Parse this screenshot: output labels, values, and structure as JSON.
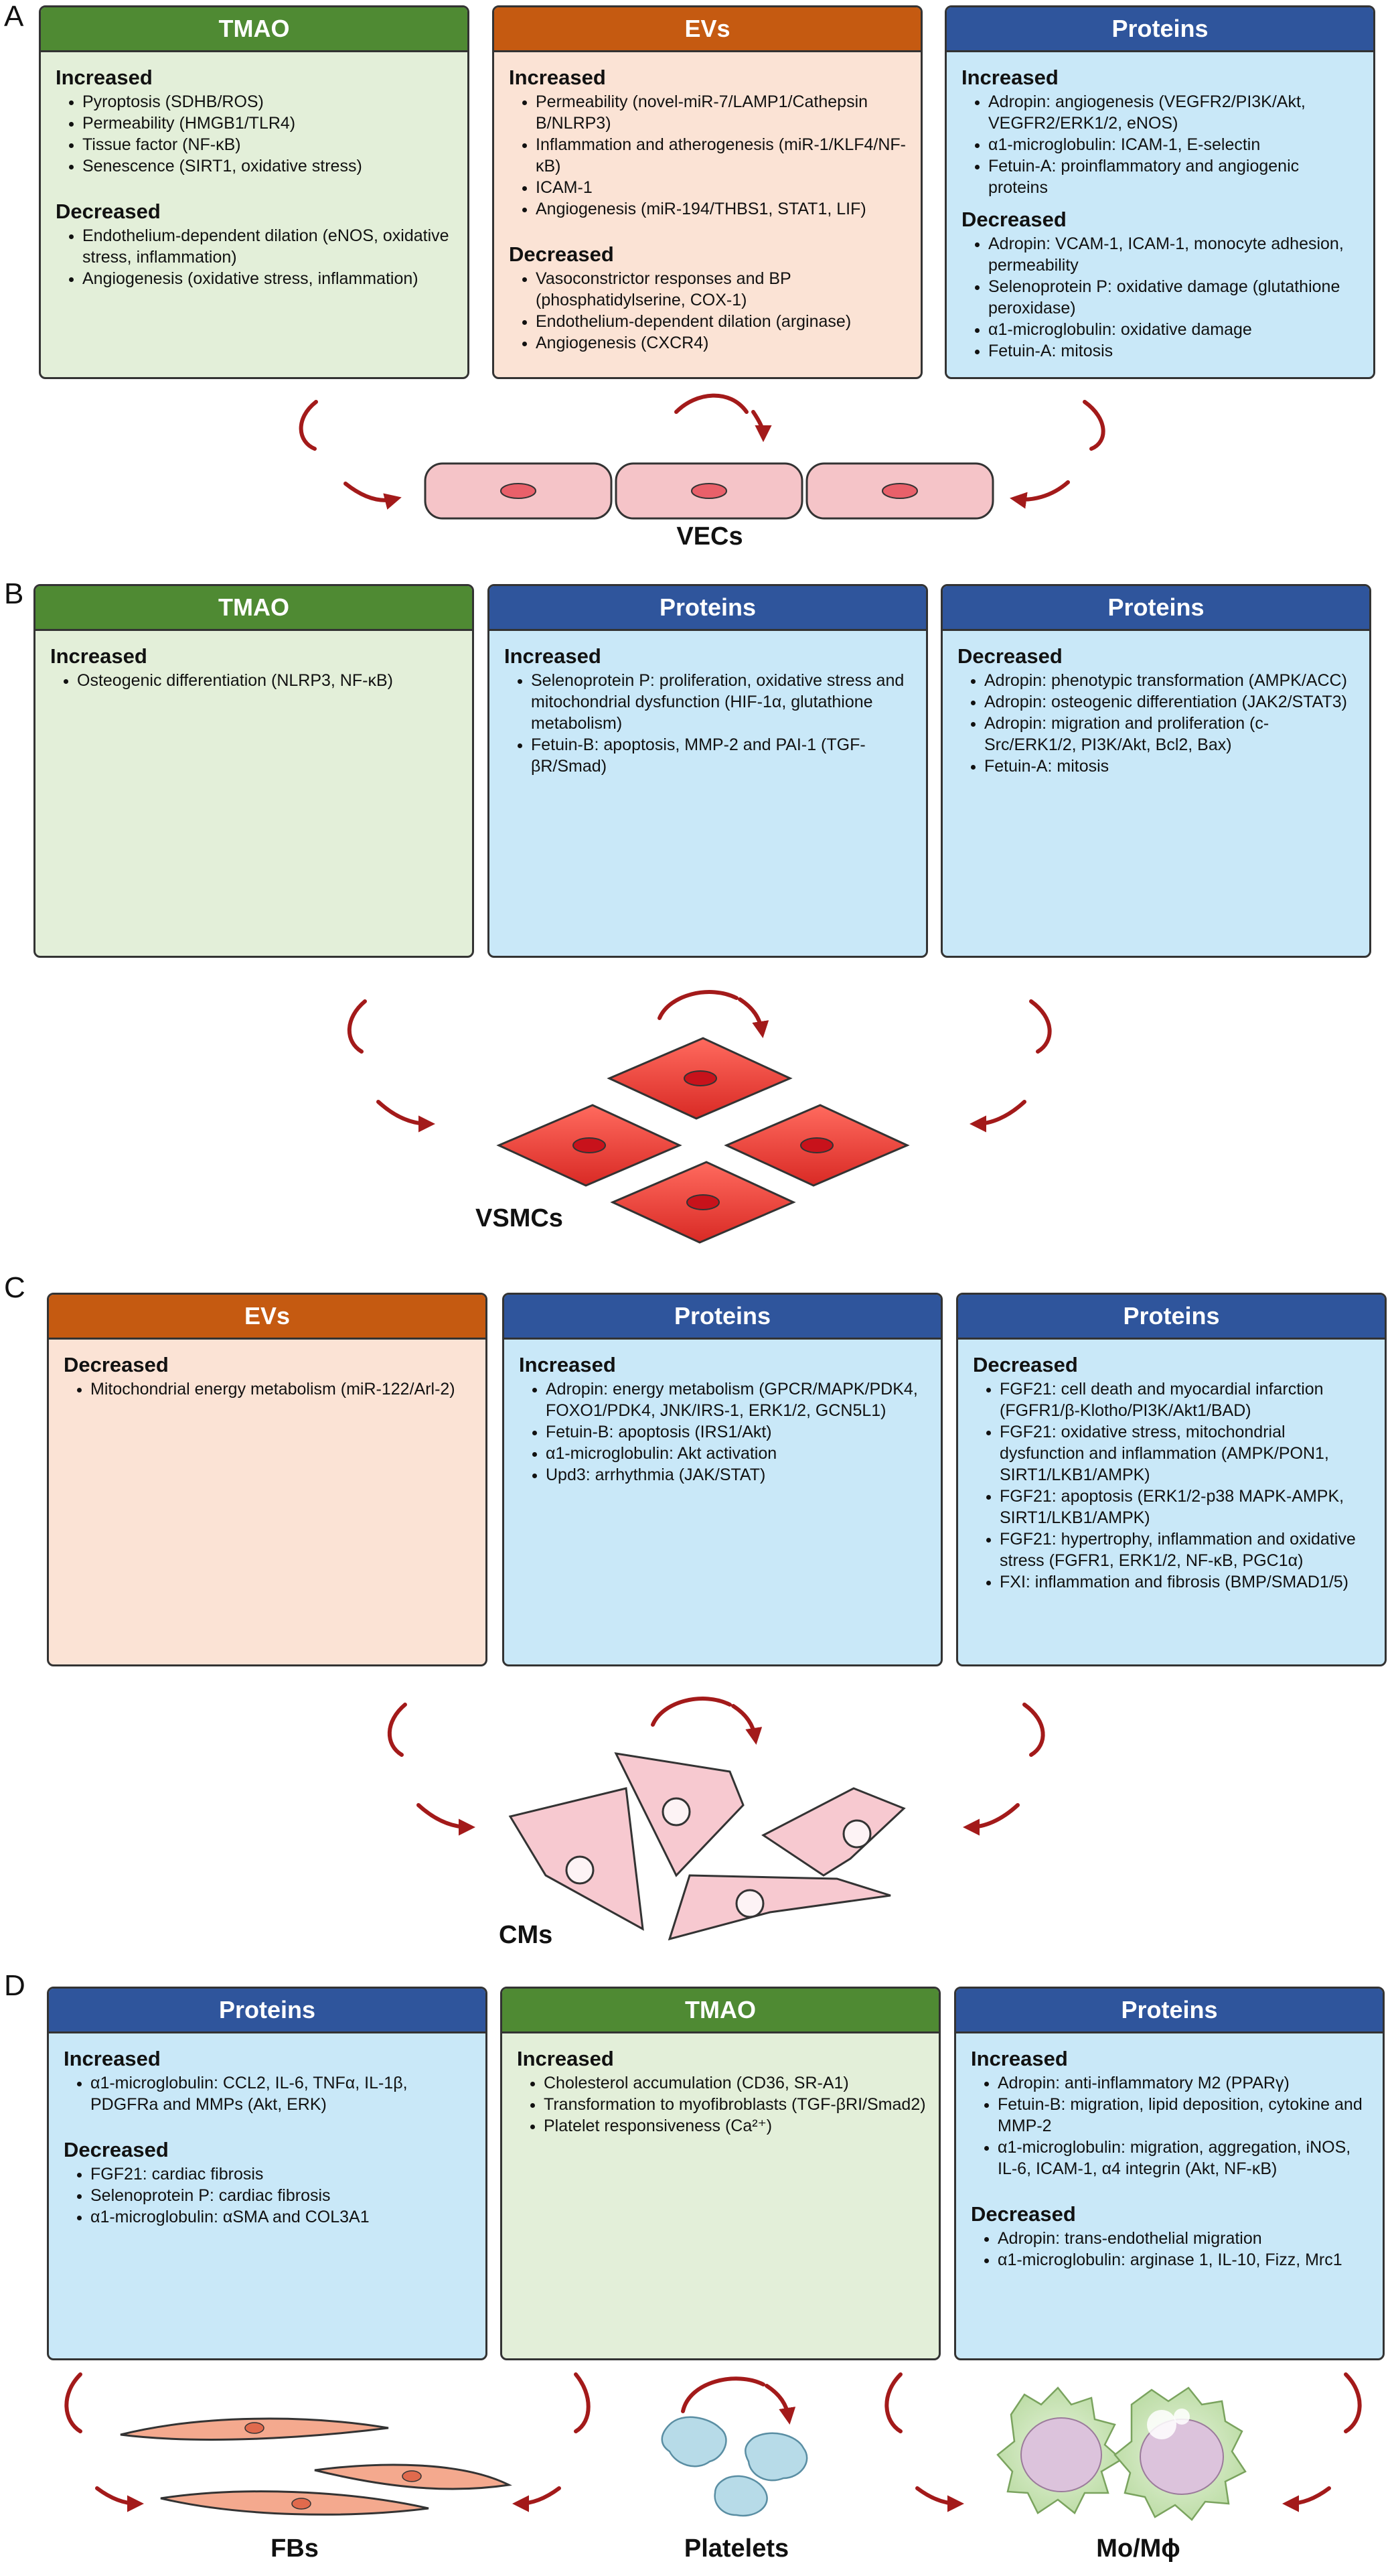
{
  "panels": {
    "A": {
      "letter": "A",
      "boxes": [
        {
          "title": "TMAO",
          "sections": [
            {
              "heading": "Increased",
              "items": [
                "Pyroptosis (SDHB/ROS)",
                "Permeability (HMGB1/TLR4)",
                "Tissue factor (NF-κB)",
                "Senescence (SIRT1, oxidative stress)"
              ]
            },
            {
              "heading": "Decreased",
              "items": [
                "Endothelium-dependent dilation (eNOS, oxidative stress, inflammation)",
                "Angiogenesis (oxidative stress, inflammation)"
              ]
            }
          ]
        },
        {
          "title": "EVs",
          "sections": [
            {
              "heading": "Increased",
              "items": [
                "Permeability (novel-miR-7/LAMP1/Cathepsin B/NLRP3)",
                "Inflammation and atherogenesis (miR-1/KLF4/NF-κB)",
                "ICAM-1",
                "Angiogenesis (miR-194/THBS1, STAT1, LIF)"
              ]
            },
            {
              "heading": "Decreased",
              "items": [
                "Vasoconstrictor responses and BP (phosphatidylserine, COX-1)",
                "Endothelium-dependent dilation (arginase)",
                "Angiogenesis (CXCR4)"
              ]
            }
          ]
        },
        {
          "title": "Proteins",
          "sections": [
            {
              "heading": "Increased",
              "items": [
                "Adropin: angiogenesis (VEGFR2/PI3K/Akt, VEGFR2/ERK1/2, eNOS)",
                "α1-microglobulin: ICAM-1, E-selectin",
                "Fetuin-A: proinflammatory and angiogenic proteins"
              ]
            },
            {
              "heading": "Decreased",
              "items": [
                "Adropin: VCAM-1, ICAM-1, monocyte adhesion, permeability",
                "Selenoprotein P: oxidative damage (glutathione peroxidase)",
                "α1-microglobulin: oxidative damage",
                "Fetuin-A: mitosis"
              ]
            }
          ]
        }
      ],
      "cell_label": "VECs"
    },
    "B": {
      "letter": "B",
      "boxes": [
        {
          "title": "TMAO",
          "sections": [
            {
              "heading": "Increased",
              "items": [
                "Osteogenic differentiation (NLRP3, NF-κB)"
              ]
            }
          ]
        },
        {
          "title": "Proteins",
          "sections": [
            {
              "heading": "Increased",
              "items": [
                "Selenoprotein P: proliferation, oxidative stress and mitochondrial dysfunction (HIF-1α, glutathione metabolism)",
                "Fetuin-B: apoptosis, MMP-2 and PAI-1 (TGF-βR/Smad)"
              ]
            }
          ]
        },
        {
          "title": "Proteins",
          "sections": [
            {
              "heading": "Decreased",
              "items": [
                "Adropin: phenotypic transformation (AMPK/ACC)",
                "Adropin: osteogenic differentiation (JAK2/STAT3)",
                "Adropin: migration and proliferation (c-Src/ERK1/2, PI3K/Akt, Bcl2, Bax)",
                "Fetuin-A: mitosis"
              ]
            }
          ]
        }
      ],
      "cell_label": "VSMCs"
    },
    "C": {
      "letter": "C",
      "boxes": [
        {
          "title": "EVs",
          "sections": [
            {
              "heading": "Decreased",
              "items": [
                "Mitochondrial energy metabolism (miR-122/Arl-2)"
              ]
            }
          ]
        },
        {
          "title": "Proteins",
          "sections": [
            {
              "heading": "Increased",
              "items": [
                "Adropin: energy metabolism (GPCR/MAPK/PDK4, FOXO1/PDK4, JNK/IRS-1, ERK1/2, GCN5L1)",
                "Fetuin-B: apoptosis (IRS1/Akt)",
                "α1-microglobulin: Akt activation",
                "Upd3: arrhythmia (JAK/STAT)"
              ]
            }
          ]
        },
        {
          "title": "Proteins",
          "sections": [
            {
              "heading": "Decreased",
              "items": [
                "FGF21: cell death and myocardial infarction (FGFR1/β-Klotho/PI3K/Akt1/BAD)",
                "FGF21: oxidative stress, mitochondrial dysfunction and inflammation (AMPK/PON1, SIRT1/LKB1/AMPK)",
                "FGF21: apoptosis (ERK1/2-p38 MAPK-AMPK, SIRT1/LKB1/AMPK)",
                "FGF21: hypertrophy, inflammation and oxidative stress (FGFR1, ERK1/2, NF-κB, PGC1α)",
                "FXI: inflammation and fibrosis (BMP/SMAD1/5)"
              ]
            }
          ]
        }
      ],
      "cell_label": "CMs"
    },
    "D": {
      "letter": "D",
      "boxes": [
        {
          "title": "Proteins",
          "sections": [
            {
              "heading": "Increased",
              "items": [
                "α1-microglobulin: CCL2, IL-6, TNFα, IL-1β, PDGFRa and MMPs (Akt, ERK)"
              ]
            },
            {
              "heading": "Decreased",
              "items": [
                "FGF21: cardiac fibrosis",
                "Selenoprotein P: cardiac fibrosis",
                "α1-microglobulin: αSMA and COL3A1"
              ]
            }
          ]
        },
        {
          "title": "TMAO",
          "sections": [
            {
              "heading": "Increased",
              "items": [
                "Cholesterol accumulation (CD36, SR-A1)",
                "Transformation to myofibroblasts (TGF-βRI/Smad2)",
                "Platelet responsiveness (Ca²⁺)"
              ]
            }
          ]
        },
        {
          "title": "Proteins",
          "sections": [
            {
              "heading": "Increased",
              "items": [
                "Adropin: anti-inflammatory M2 (PPARγ)",
                "Fetuin-B: migration, lipid deposition, cytokine and MMP-2",
                "α1-microglobulin: migration, aggregation, iNOS, IL-6, ICAM-1, α4 integrin (Akt, NF-κB)"
              ]
            },
            {
              "heading": "Decreased",
              "items": [
                "Adropin: trans-endothelial migration",
                "α1-microglobulin: arginase 1, IL-10, Fizz, Mrc1"
              ]
            }
          ]
        }
      ],
      "cell_labels": [
        "FBs",
        "Platelets",
        "Mo/Mϕ"
      ]
    }
  },
  "colors": {
    "tmao_header": "#4f8a33",
    "tmao_bg": "#e3efd9",
    "evs_header": "#c55a11",
    "evs_bg": "#fbe3d5",
    "proteins_header": "#2f559c",
    "proteins_bg": "#c9e8f8",
    "arrow": "#a31a1a",
    "vec_fill": "#f5c4c8",
    "vsmc_fill": "#e8403a",
    "cm_fill": "#f7c9d0",
    "fb_fill": "#f4a98e",
    "platelet_fill": "#b7dbe8",
    "macrophage_fill": "#cfe7c0"
  }
}
